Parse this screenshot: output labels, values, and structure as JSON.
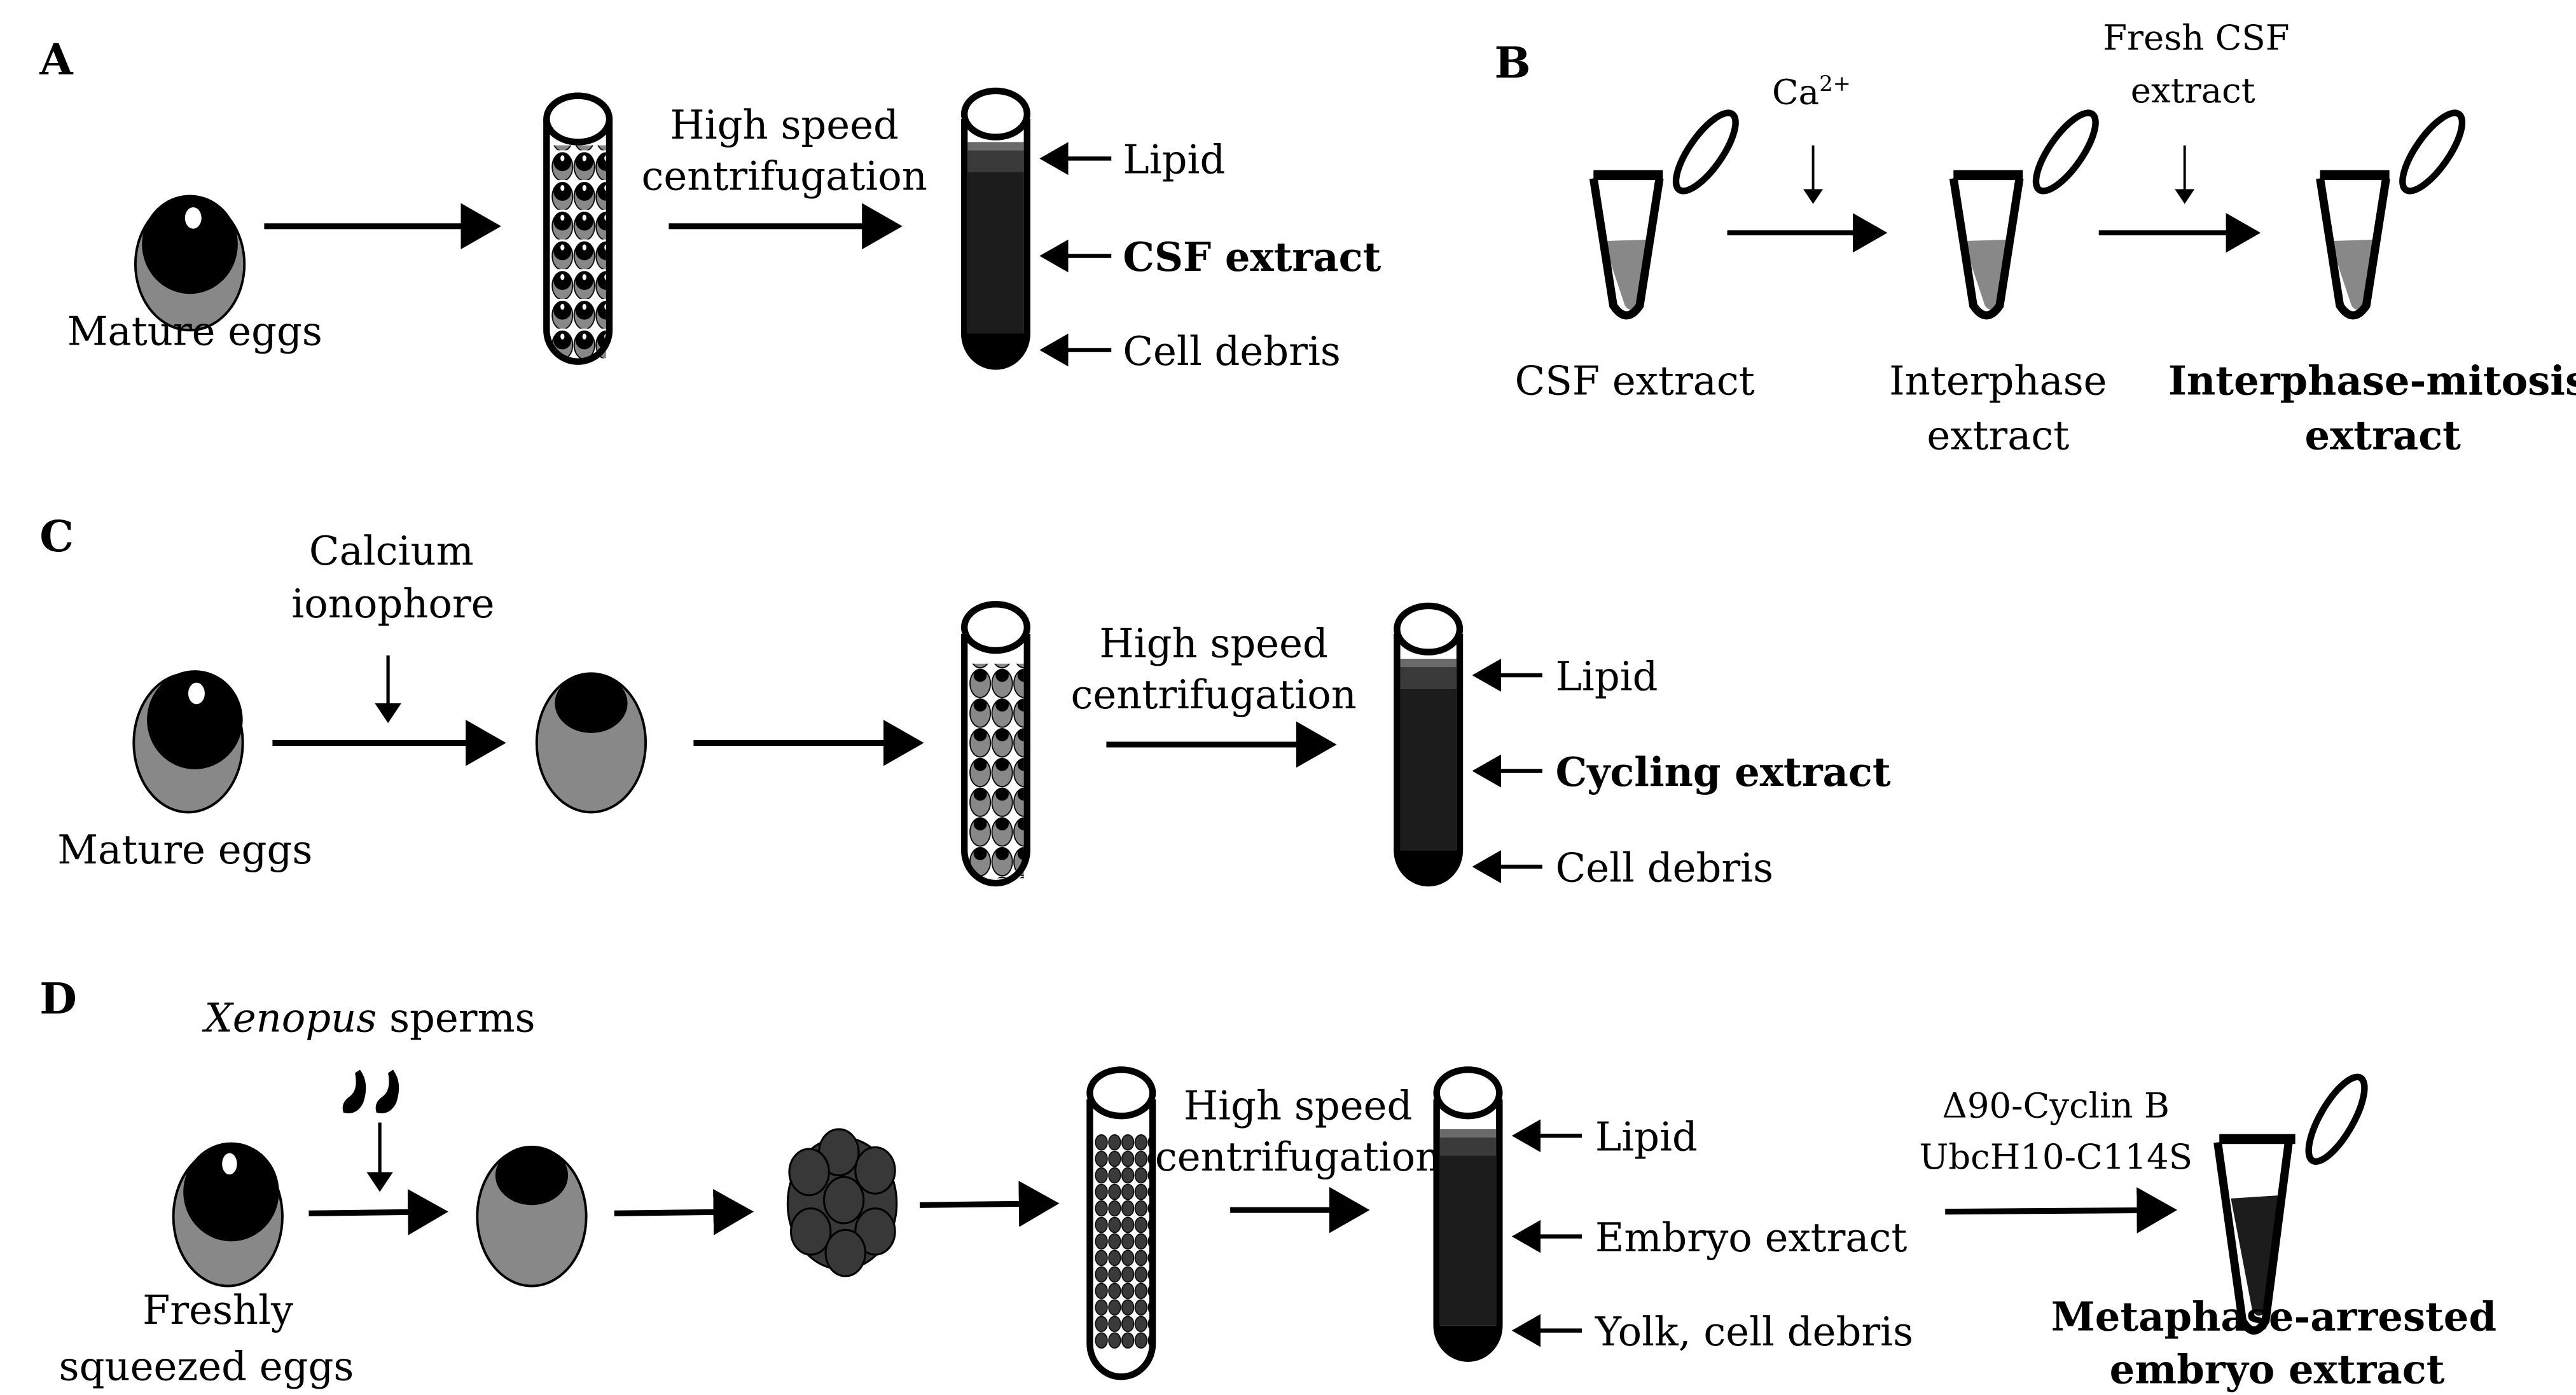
{
  "figure": {
    "panels": [
      {
        "id": "A",
        "label": "A",
        "egg_label": "Mature eggs",
        "step_label_line1": "High speed",
        "step_label_line2": "centrifugation",
        "layers": [
          "Lipid",
          "CSF extract",
          "Cell debris"
        ],
        "highlight_layer": "CSF extract"
      },
      {
        "id": "B",
        "label": "B",
        "step1_reagent": "Ca",
        "step1_reagent_superscript": "2+",
        "step2_reagent_line1": "Fresh CSF",
        "step2_reagent_line2": "extract",
        "tube1_label": "CSF extract",
        "tube2_label_line1": "Interphase",
        "tube2_label_line2": "extract",
        "tube3_label_line1": "Interphase-mitosis",
        "tube3_label_line2": "extract"
      },
      {
        "id": "C",
        "label": "C",
        "reagent_line1": "Calcium",
        "reagent_line2": "ionophore",
        "egg_label": "Mature eggs",
        "step_label_line1": "High speed",
        "step_label_line2": "centrifugation",
        "layers": [
          "Lipid",
          "Cycling extract",
          "Cell debris"
        ],
        "highlight_layer": "Cycling extract"
      },
      {
        "id": "D",
        "label": "D",
        "sperm_label_italic": "Xenopus",
        "sperm_label_rest": " sperms",
        "egg_label_line1": "Freshly",
        "egg_label_line2": "squeezed eggs",
        "step_label_line1": "High speed",
        "step_label_line2": "centrifugation",
        "layers": [
          "Lipid",
          "Embryo extract",
          "Yolk, cell debris"
        ],
        "reagent_line1": "Δ90-Cyclin B",
        "reagent_line2": "UbcH10-C114S",
        "final_label_line1": "Metaphase-arrested",
        "final_label_line2": "embryo extract"
      }
    ],
    "colors": {
      "ink": "#000000",
      "egg_vegetal": "#888888",
      "extract_dark": "#1c1c1c",
      "lipid_band": "#3a3a3a",
      "lipid_top": "#6a6a6a",
      "embryo_cell": "#383838",
      "tube_liquid_gray": "#888888"
    }
  }
}
